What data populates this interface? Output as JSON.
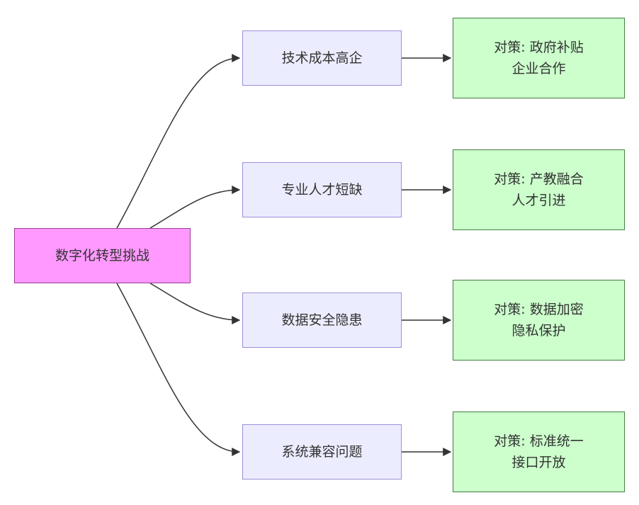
{
  "root": {
    "label": "数字化转型挑战"
  },
  "challenges": [
    {
      "label": "技术成本高企",
      "solution": [
        "对策: 政府补贴",
        "企业合作"
      ]
    },
    {
      "label": "专业人才短缺",
      "solution": [
        "对策: 产教融合",
        "人才引进"
      ]
    },
    {
      "label": "数据安全隐患",
      "solution": [
        "对策: 数据加密",
        "隐私保护"
      ]
    },
    {
      "label": "系统兼容问题",
      "solution": [
        "对策: 标准统一",
        "接口开放"
      ]
    }
  ],
  "colors": {
    "root_fill": "#ff99ff",
    "challenge_fill": "#ececff",
    "solution_fill": "#ccffcc",
    "edge": "#333333"
  }
}
